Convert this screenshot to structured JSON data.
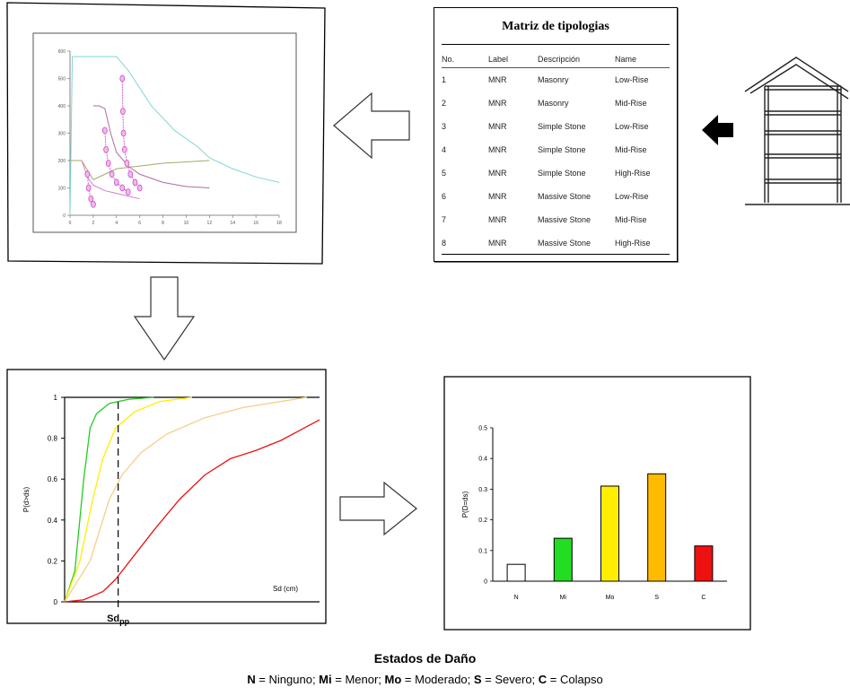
{
  "table": {
    "title": "Matriz de tipologias",
    "headers": [
      "No.",
      "Label",
      "Descripción",
      "Name"
    ],
    "rows": [
      [
        "1",
        "MNR",
        "Masonry",
        "Low-Rise"
      ],
      [
        "2",
        "MNR",
        "Masonry",
        "Mid-Rise"
      ],
      [
        "3",
        "MNR",
        "Simple Stone",
        "Low-Rise"
      ],
      [
        "4",
        "MNR",
        "Simple Stone",
        "Mid-Rise"
      ],
      [
        "5",
        "MNR",
        "Simple Stone",
        "High-Rise"
      ],
      [
        "6",
        "MNR",
        "Massive Stone",
        "Low-Rise"
      ],
      [
        "7",
        "MNR",
        "Massive Stone",
        "Mid-Rise"
      ],
      [
        "8",
        "MNR",
        "Massive Stone",
        "High-Rise"
      ]
    ]
  },
  "chart_data": [
    {
      "type": "line",
      "x_ticks": [
        "0",
        "2",
        "4",
        "6",
        "8",
        "10",
        "12",
        "14",
        "16",
        "18"
      ],
      "y_ticks": [
        "0",
        "100",
        "200",
        "300",
        "400",
        "500",
        "600"
      ],
      "xlim": [
        0,
        18
      ],
      "ylim": [
        0,
        600
      ],
      "series": [
        {
          "color": "#7fd6d6",
          "x": [
            0,
            0.2,
            4,
            5,
            7,
            9,
            11,
            12,
            14,
            16,
            18
          ],
          "y": [
            0,
            580,
            580,
            530,
            400,
            310,
            250,
            210,
            170,
            140,
            120
          ]
        },
        {
          "color": "#a7a76a",
          "x": [
            0,
            1,
            2,
            3,
            4,
            6,
            8,
            10,
            12
          ],
          "y": [
            200,
            200,
            130,
            150,
            170,
            180,
            190,
            195,
            200
          ]
        },
        {
          "color": "#b06aa0",
          "x": [
            2,
            2.5,
            3,
            3.5,
            4,
            5,
            6,
            8,
            10,
            12
          ],
          "y": [
            400,
            400,
            390,
            300,
            230,
            180,
            150,
            120,
            105,
            100
          ]
        },
        {
          "color": "#d97cd4",
          "x": [
            1,
            1.5,
            2,
            3,
            4,
            5,
            6
          ],
          "y": [
            200,
            140,
            110,
            90,
            80,
            70,
            60
          ]
        }
      ],
      "fragility_markers": [
        {
          "x": [
            4.5,
            4.55,
            4.6,
            4.7,
            4.9,
            5.2,
            5.6,
            6.0
          ],
          "y": [
            500,
            380,
            300,
            240,
            190,
            150,
            120,
            100
          ]
        },
        {
          "x": [
            3.0,
            3.1,
            3.3,
            3.6,
            4.0,
            4.5,
            5.0
          ],
          "y": [
            310,
            240,
            190,
            150,
            120,
            100,
            85
          ]
        },
        {
          "x": [
            1.5,
            1.6,
            1.8,
            2.0
          ],
          "y": [
            150,
            100,
            60,
            40
          ]
        }
      ]
    },
    {
      "type": "line",
      "ylabel": "P(d>ds)",
      "xlabel": "Sd (cm)",
      "y_ticks": [
        "0",
        "0.2",
        "0.4",
        "0.6",
        "0.8",
        "1"
      ],
      "ylim": [
        0,
        1
      ],
      "xlim": [
        0,
        20
      ],
      "marker_label": "Sd",
      "marker_subscript": "pp",
      "marker_x": 4.2,
      "series": [
        {
          "color": "#22cc22",
          "x": [
            0,
            0.8,
            1.5,
            2.0,
            2.5,
            3.5,
            5,
            7
          ],
          "y": [
            0,
            0.15,
            0.6,
            0.85,
            0.92,
            0.97,
            0.99,
            1.0
          ]
        },
        {
          "color": "#ffee00",
          "x": [
            0,
            1.2,
            2.2,
            3.0,
            4.0,
            5.5,
            7.5,
            10
          ],
          "y": [
            0,
            0.2,
            0.5,
            0.7,
            0.85,
            0.93,
            0.98,
            1.0
          ]
        },
        {
          "color": "#f5cf8a",
          "x": [
            0,
            2.0,
            3.5,
            4.5,
            6.0,
            8.0,
            11,
            14,
            17,
            19
          ],
          "y": [
            0,
            0.2,
            0.5,
            0.62,
            0.73,
            0.82,
            0.9,
            0.95,
            0.98,
            1.0
          ]
        },
        {
          "color": "#ee1111",
          "x": [
            0,
            1.5,
            3,
            4,
            5.5,
            7,
            9,
            11,
            13,
            15,
            17,
            18.5,
            20
          ],
          "y": [
            0,
            0.01,
            0.05,
            0.11,
            0.23,
            0.35,
            0.5,
            0.62,
            0.7,
            0.74,
            0.79,
            0.84,
            0.89
          ]
        }
      ]
    },
    {
      "type": "bar",
      "ylabel": "P(D=ds)",
      "categories": [
        "N",
        "Mi",
        "Mo",
        "S",
        "C"
      ],
      "values": [
        0.055,
        0.14,
        0.31,
        0.35,
        0.115
      ],
      "colors": [
        "#ffffff",
        "#22dd22",
        "#ffee00",
        "#ffbb00",
        "#ee1111"
      ],
      "y_ticks": [
        "0",
        "0.1",
        "0.2",
        "0.3",
        "0.4",
        "0.5"
      ],
      "ylim": [
        0,
        0.5
      ]
    }
  ],
  "legend": {
    "title": "Estados de Daño",
    "items": [
      {
        "abbr": "N",
        "text": " = Ninguno; "
      },
      {
        "abbr": "Mi",
        "text": " = Menor; "
      },
      {
        "abbr": "Mo",
        "text": " = Moderado; "
      },
      {
        "abbr": "S",
        "text": " = Severo; "
      },
      {
        "abbr": "C",
        "text": " = Colapso"
      }
    ]
  }
}
